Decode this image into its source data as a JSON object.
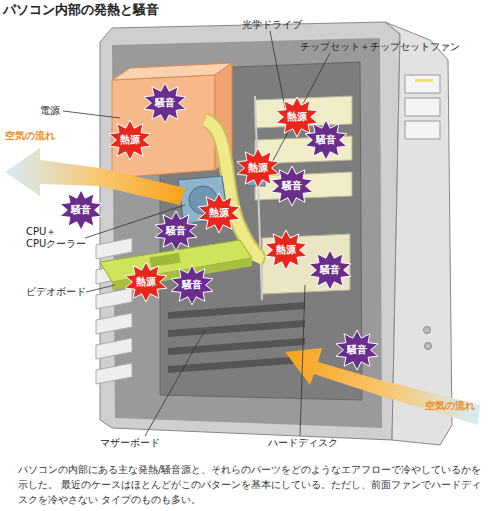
{
  "diagram": {
    "title": "パソコン内部の発熱と騒音",
    "caption": "パソコンの内部にある主な発熱/騒音源と、それらのパーツをどのようなエアフローで冷やしているかを示した。 最近のケースはほとんどがこのパターンを基本にしている。ただし、前面ファンでハードディスクを冷やさない タイプのものも多い。",
    "nodes": [
      {
        "text": [
          "騒音"
        ]
      },
      {
        "text": [
          "熱源"
        ]
      },
      {
        "text": [
          "熱源"
        ]
      },
      {
        "text": [
          "騒音"
        ]
      },
      {
        "text": [
          "熱源"
        ]
      },
      {
        "text": [
          "騒音"
        ]
      },
      {
        "text": [
          "騒音"
        ]
      },
      {
        "text": [
          "熱源"
        ]
      },
      {
        "text": [
          "騒音"
        ]
      },
      {
        "text": [
          "熱源"
        ]
      },
      {
        "text": [
          "騒音"
        ]
      },
      {
        "text": [
          "熱源"
        ]
      },
      {
        "text": [
          "騒音"
        ]
      },
      {
        "text": [
          "騒音"
        ]
      }
    ],
    "labels": [
      "光学ドライブ",
      "チップセット＋チップセットファン",
      "電源",
      "空気の流れ",
      "CPU＋ CPUクーラー",
      "ビデオボード",
      "空気の流れ",
      "マザーボード",
      "ハードディスク"
    ]
  }
}
